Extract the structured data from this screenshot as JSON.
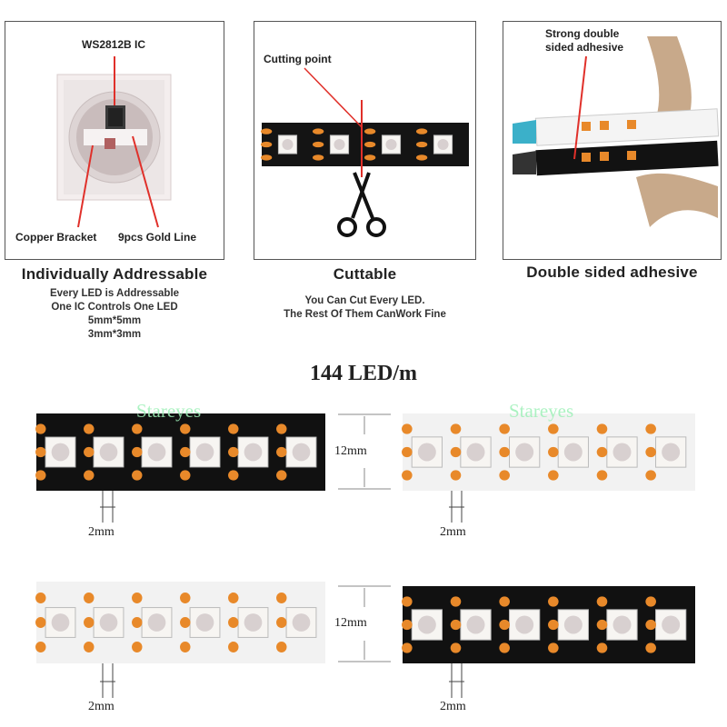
{
  "panel1": {
    "ic_label": "WS2812B IC",
    "left_label": "Copper Bracket",
    "right_label": "9pcs Gold Line",
    "title": "Individually Addressable",
    "lines": [
      "Every LED is Addressable",
      "One IC Controls One LED",
      "5mm*5mm",
      "3mm*3mm"
    ]
  },
  "panel2": {
    "cut_label": "Cutting point",
    "title": "Cuttable",
    "lines": [
      "You Can Cut Every LED.",
      "The Rest Of Them CanWork Fine"
    ]
  },
  "panel3": {
    "adhesive_label_1": "Strong double",
    "adhesive_label_2": "sided adhesive",
    "title": "Double sided adhesive"
  },
  "main_title": "144 LED/m",
  "watermark": "Stareyes",
  "dims": {
    "width": "12mm",
    "gap": "2mm"
  },
  "colors": {
    "pcb_black": "#111111",
    "pcb_white": "#f2f2f2",
    "pad": "#e8892a"
  }
}
